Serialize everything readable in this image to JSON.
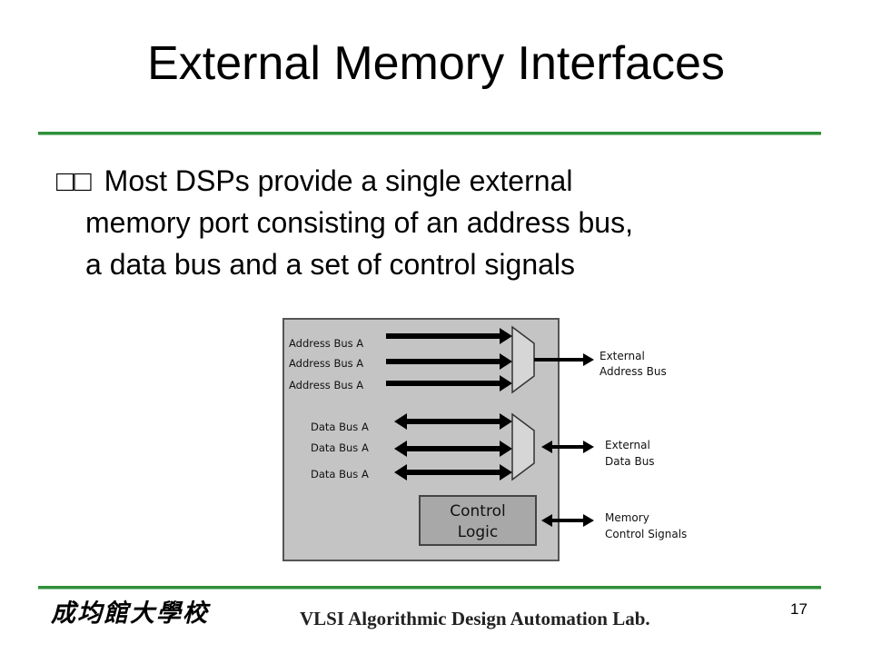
{
  "slide": {
    "title": "External Memory Interfaces",
    "bullet_marker": "□□",
    "bullet_line1": "Most DSPs provide a single external",
    "bullet_line2": "memory port consisting of an address bus,",
    "bullet_line3": "a data bus and a set of control signals"
  },
  "diagram": {
    "address_inputs": [
      "Address Bus A",
      "Address Bus A",
      "Address Bus A"
    ],
    "data_inputs": [
      "Data Bus A",
      "Data Bus A",
      "Data Bus A"
    ],
    "control_box": [
      "Control",
      "Logic"
    ],
    "external_address": [
      "External",
      "Address Bus"
    ],
    "external_data": [
      "External",
      "Data Bus"
    ],
    "memory_control": [
      "Memory",
      "Control Signals"
    ]
  },
  "footer": {
    "logo_text": "成均館大學校",
    "lab_name": "VLSI Algorithmic Design Automation Lab.",
    "page_number": "17"
  },
  "colors": {
    "rule_green": "#2f8f3a",
    "diagram_fill": "#c4c4c4",
    "control_fill": "#a8a8a8"
  }
}
